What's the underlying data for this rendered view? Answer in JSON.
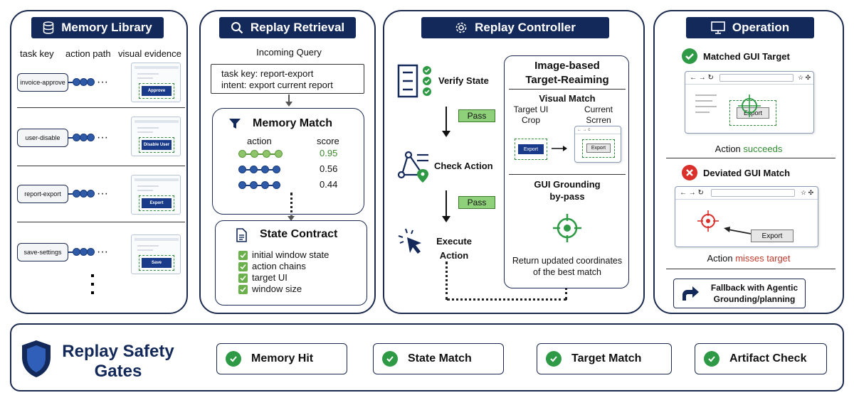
{
  "memory_library": {
    "title": "Memory Library",
    "col_task_key": "task key",
    "col_action_path": "action path",
    "col_visual_evidence": "visual evidence",
    "rows": [
      {
        "key": "invoice-approve",
        "button": "Approve"
      },
      {
        "key": "user-disable",
        "button": "Disable User"
      },
      {
        "key": "report-export",
        "button": "Export"
      },
      {
        "key": "save-settings",
        "button": "Save"
      }
    ],
    "ellipsis": "···"
  },
  "replay_retrieval": {
    "title": "Replay Retrieval",
    "incoming_query": "Incoming Query",
    "query_line1": "task key: report-export",
    "query_line2": "intent: export current report",
    "memory_match_title": "Memory Match",
    "col_action": "action",
    "col_score": "score",
    "scores": [
      "0.95",
      "0.56",
      "0.44"
    ],
    "state_contract_title": "State Contract",
    "contract_items": [
      "initial window state",
      "action chains",
      "target UI",
      "window size"
    ]
  },
  "replay_controller": {
    "title": "Replay Controller",
    "verify_state": "Verify State",
    "pass1": "Pass",
    "check_action": "Check Action",
    "pass2": "Pass",
    "execute_line1": "Execute",
    "execute_line2": "Action",
    "reaiming_title_1": "Image-based",
    "reaiming_title_2": "Target-Reaiming",
    "visual_match": "Visual Match",
    "target_crop_1": "Target UI",
    "target_crop_2": "Crop",
    "current_screen_1": "Current",
    "current_screen_2": "Scrren",
    "export_btn": "Export",
    "grounding_1": "GUI Grounding",
    "grounding_2": "by-pass",
    "return_1": "Return updated coordinates",
    "return_2": "of the best match"
  },
  "operation": {
    "title": "Operation",
    "matched_title": "Matched GUI Target",
    "export_btn": "Export",
    "action_prefix": "Action",
    "succeeds": "succeeds",
    "deviated_title": "Deviated GUI Match",
    "misses": "misses target",
    "fallback_1": "Fallback with Agentic",
    "fallback_2": "Grounding/planning"
  },
  "safety": {
    "title_1": "Replay Safety",
    "title_2": "Gates",
    "gates": [
      "Memory Hit",
      "State Match",
      "Target Match",
      "Artifact Check"
    ]
  },
  "colors": {
    "navy": "#13295a",
    "green": "#2f9a45",
    "red": "#c0392b",
    "success_text": "#2e8a2e"
  }
}
